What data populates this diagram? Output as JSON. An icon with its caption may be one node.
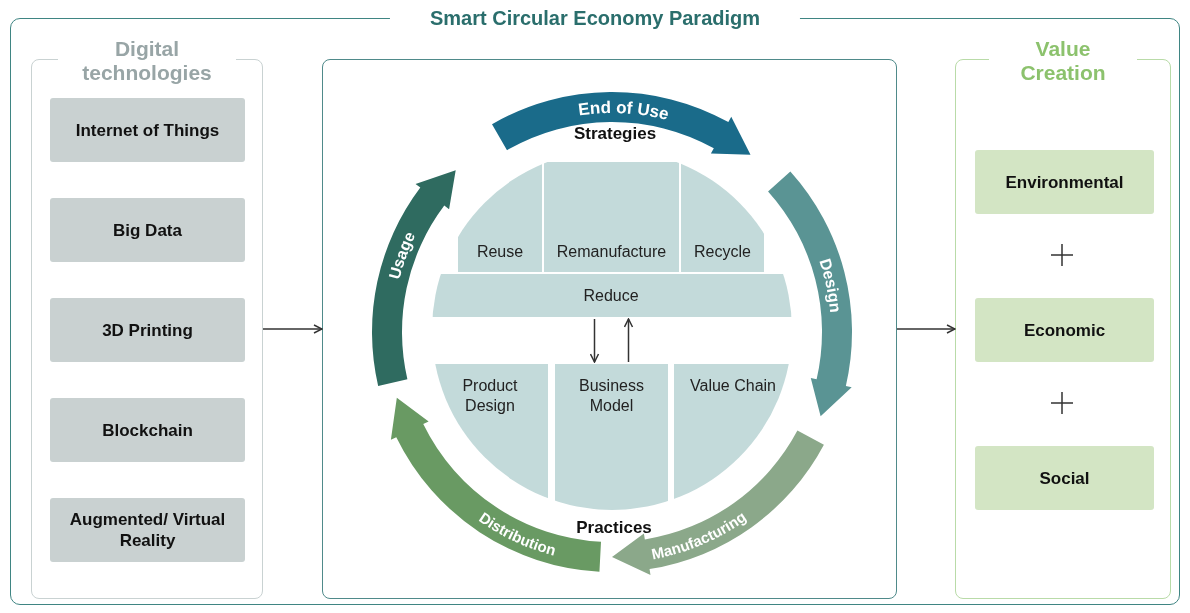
{
  "diagram": {
    "title": "Smart Circular Economy Paradigm",
    "nodes": [
      {
        "text": [],
        "shape": "box"
      },
      {
        "text": [
          "Digital technologies"
        ],
        "in": 0
      },
      {
        "text": [
          "Internet of Things"
        ],
        "in": 1
      },
      {
        "text": [
          "Big Data"
        ],
        "in": 1
      },
      {
        "text": [
          "3D Printing"
        ],
        "in": 1
      },
      {
        "text": [
          "Blockchain"
        ],
        "in": 1
      },
      {
        "text": [
          "Augmented/ Virtual Reality"
        ],
        "in": 1
      },
      {
        "text": [],
        "shape": "box",
        "in": 0
      },
      {
        "text": [
          "End of Use"
        ],
        "in": 7
      },
      {
        "text": [
          "Design"
        ],
        "in": 7
      },
      {
        "text": [
          "Manufacturing"
        ],
        "in": 7
      },
      {
        "text": [
          "Distribution"
        ],
        "in": 7
      },
      {
        "text": [
          "Usage"
        ],
        "in": 7
      },
      {
        "text": [
          "Reuse"
        ],
        "in": 7
      },
      {
        "text": [
          "Remanufacture"
        ],
        "in": 7
      },
      {
        "text": [
          "Recycle"
        ],
        "in": 7
      },
      {
        "text": [
          "Reduce"
        ],
        "in": 7
      },
      {
        "text": [
          "Product Design"
        ],
        "in": 7
      },
      {
        "text": [
          "Business Model"
        ],
        "in": 7
      },
      {
        "text": [
          "Value Chain"
        ],
        "in": 7
      },
      {
        "text": [
          "Value Creation"
        ],
        "in": 0
      },
      {
        "text": [
          "Environmental"
        ],
        "in": 20
      },
      {
        "text": [
          "Economic"
        ],
        "in": 20
      },
      {
        "text": [
          "Social"
        ],
        "in": 20
      }
    ],
    "edges": [
      {
        "from": 1,
        "to": 7,
        "arrow": "to"
      },
      {
        "from": 7,
        "to": 20,
        "arrow": "to"
      },
      {
        "from": 16,
        "to": 18,
        "arrow": "to"
      },
      {
        "from": 18,
        "to": 16,
        "arrow": "to"
      }
    ],
    "labels": [
      "Strategies",
      "Practices"
    ]
  }
}
